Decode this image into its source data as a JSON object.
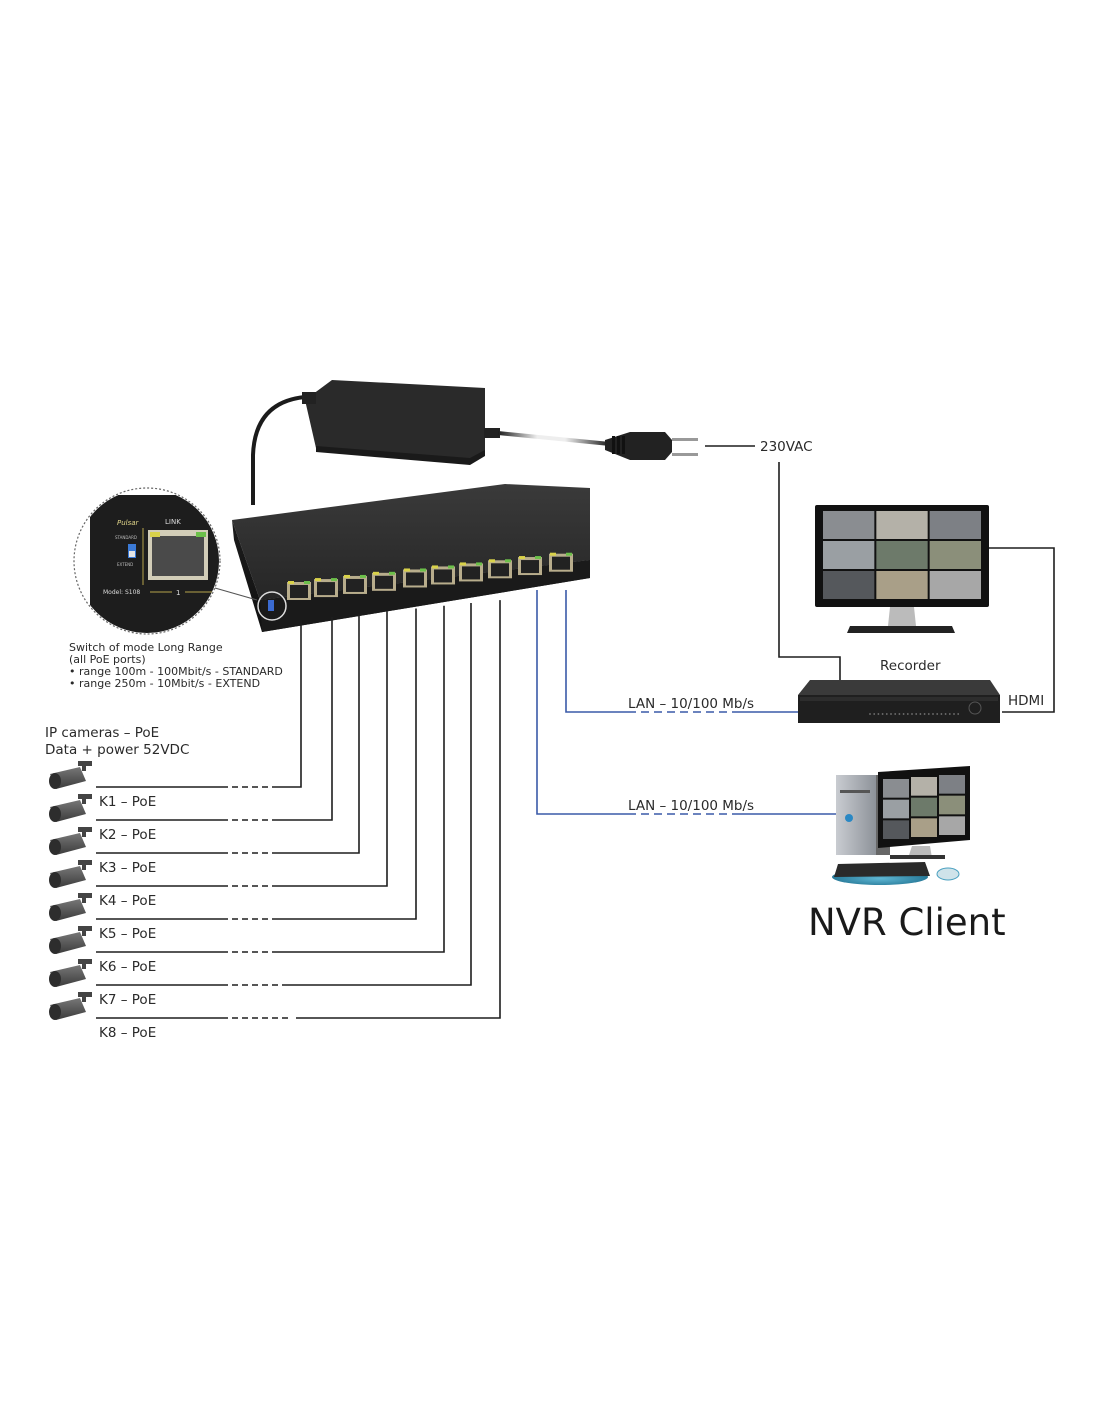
{
  "diagram": {
    "title": "PoE switch connection diagram",
    "power": {
      "label": "230VAC"
    },
    "switch_callout": {
      "brand": "Pulsar",
      "link_label": "LINK",
      "switch_top_label": "STANDARD",
      "switch_bottom_label": "EXTEND",
      "model_label": "Model: S108",
      "port_number": "1",
      "note_lines": [
        "Switch of mode Long Range",
        "(all PoE ports)",
        "• range 100m - 100Mbit/s - STANDARD",
        "• range 250m - 10Mbit/s - EXTEND"
      ]
    },
    "cameras": {
      "heading_lines": [
        "IP cameras – PoE",
        "Data + power 52VDC"
      ],
      "items": [
        {
          "label": "K1 – PoE"
        },
        {
          "label": "K2 – PoE"
        },
        {
          "label": "K3 – PoE"
        },
        {
          "label": "K4 – PoE"
        },
        {
          "label": "K5 – PoE"
        },
        {
          "label": "K6 – PoE"
        },
        {
          "label": "K7 – PoE"
        },
        {
          "label": "K8 – PoE"
        }
      ]
    },
    "recorder": {
      "label": "Recorder",
      "lan_label": "LAN – 10/100 Mb/s",
      "hdmi_label": "HDMI"
    },
    "nvr_client": {
      "label": "NVR Client",
      "lan_label": "LAN – 10/100 Mb/s"
    },
    "colors": {
      "poe_line": "#1e1e1e",
      "lan_line": "#3a5aa8",
      "device_body": "#2b2b2b",
      "port_metal": "#b8ad8c",
      "led_green": "#6cc04a",
      "led_yellow": "#d9d24a"
    }
  }
}
